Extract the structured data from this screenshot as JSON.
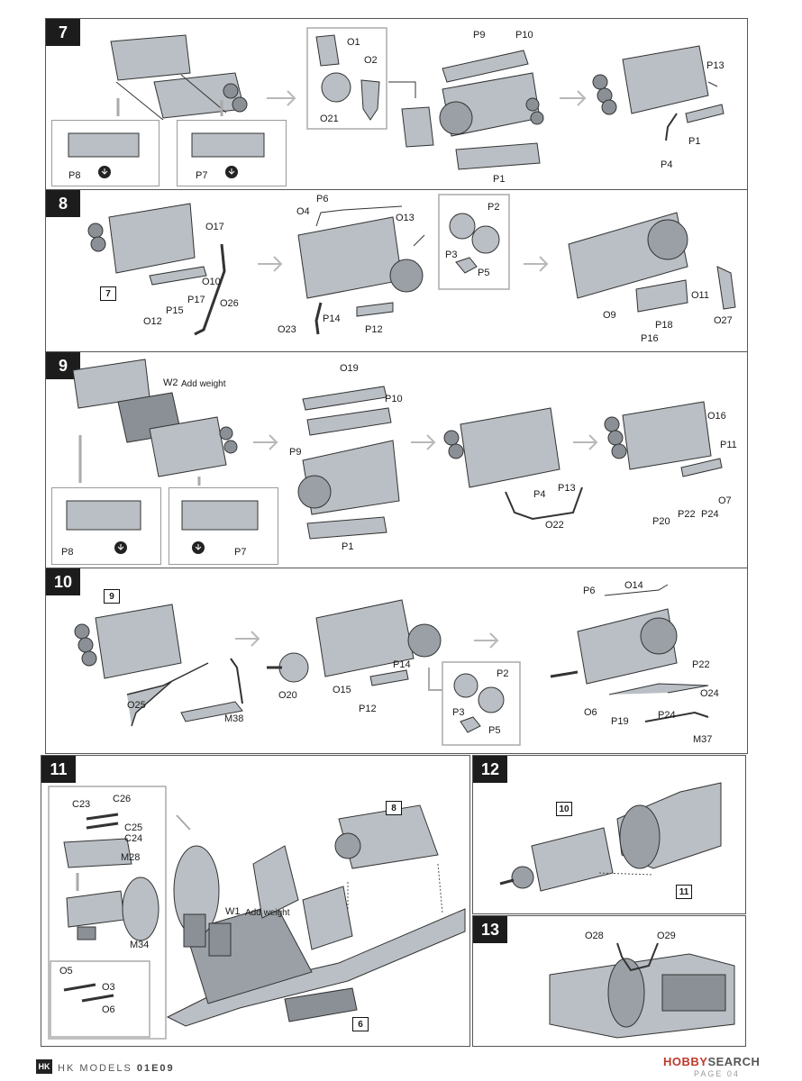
{
  "steps": {
    "s7": {
      "num": "7",
      "labels": {
        "O1": "O1",
        "O2": "O2",
        "O21": "O21",
        "P9": "P9",
        "P10": "P10",
        "P13": "P13",
        "P1a": "P1",
        "P1b": "P1",
        "P4": "P4",
        "P8": "P8",
        "P7": "P7"
      }
    },
    "s8": {
      "num": "8",
      "ref": "7",
      "labels": {
        "O17": "O17",
        "O10": "O10",
        "P17": "P17",
        "P15": "P15",
        "O12": "O12",
        "O26": "O26",
        "O4": "O4",
        "P6": "P6",
        "O13": "O13",
        "P2": "P2",
        "P3": "P3",
        "P5": "P5",
        "P14": "P14",
        "P12": "P12",
        "O23": "O23",
        "O11": "O11",
        "O9": "O9",
        "P18": "P18",
        "P16": "P16",
        "O27": "O27"
      }
    },
    "s9": {
      "num": "9",
      "weight_id": "W2",
      "weight_text": "Add weight",
      "labels": {
        "O19": "O19",
        "P10": "P10",
        "P9": "P9",
        "P1": "P1",
        "P8": "P8",
        "P7": "P7",
        "P4": "P4",
        "P13": "P13",
        "O22": "O22",
        "O16": "O16",
        "P11": "P11",
        "O7": "O7",
        "P20": "P20",
        "P22": "P22",
        "P24": "P24"
      }
    },
    "s10": {
      "num": "10",
      "ref": "9",
      "labels": {
        "O25": "O25",
        "M38": "M38",
        "O20": "O20",
        "O15": "O15",
        "P14": "P14",
        "P12": "P12",
        "P2": "P2",
        "P3": "P3",
        "P5": "P5",
        "P6": "P6",
        "O14": "O14",
        "P22": "P22",
        "O24": "O24",
        "O6": "O6",
        "P19": "P19",
        "P24": "P24",
        "M37": "M37"
      }
    },
    "s11": {
      "num": "11",
      "ref_a": "8",
      "ref_b": "6",
      "weight_id": "W1",
      "weight_text": "Add weight",
      "labels": {
        "C23": "C23",
        "C26": "C26",
        "C25": "C25",
        "C24": "C24",
        "M28": "M28",
        "M34": "M34",
        "O5": "O5",
        "O3": "O3",
        "O6": "O6"
      }
    },
    "s12": {
      "num": "12",
      "ref_a": "10",
      "ref_b": "11"
    },
    "s13": {
      "num": "13",
      "labels": {
        "O28": "O28",
        "O29": "O29"
      }
    }
  },
  "footer": {
    "brand": "HK MODELS",
    "code": "01E09",
    "logo": "HK",
    "hs_a": "HOBBY",
    "hs_b": "SEARCH",
    "page": "PAGE 04"
  },
  "colors": {
    "part_gray": "#b9bfc4",
    "part_dark": "#7d848a",
    "line": "#333333",
    "arrow": "#b8b8b8"
  }
}
